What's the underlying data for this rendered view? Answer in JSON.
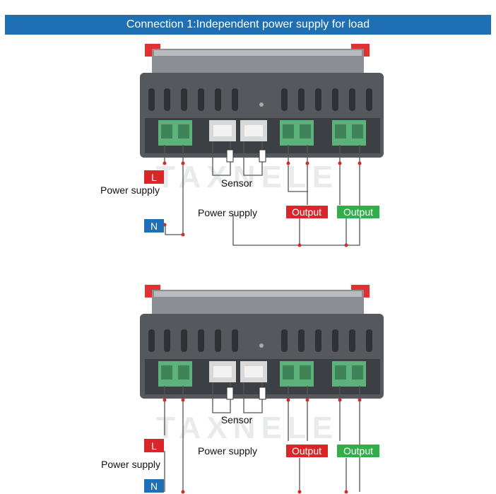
{
  "colors": {
    "banner": "#1f6fb5",
    "live_tag": "#d9262b",
    "neutral_tag": "#1f6fb5",
    "output_red": "#d9262b",
    "output_green": "#2fae49",
    "housing": "#55595d",
    "housing_dark": "#3c3f43",
    "terminal_green": "#5cb27a",
    "wire": "#555555",
    "junction": "#d9262b"
  },
  "connection1": {
    "title": "Connection 1:Independent power supply for load",
    "live_tag": "L",
    "power_supply_label": "Power supply",
    "neutral_tag": "N",
    "sensor_label": "Sensor",
    "load_power_label": "Power supply",
    "output1_label": "Output",
    "output2_label": "Output"
  },
  "connection2": {
    "title": "Connection 2:Same power supply for load",
    "live_tag": "L",
    "power_supply_label": "Power supply",
    "neutral_tag": "N",
    "sensor_label": "Sensor",
    "load_power_label": "Power supply",
    "output1_label": "Output",
    "output2_label": "Output"
  },
  "watermark": "TAXNELE"
}
